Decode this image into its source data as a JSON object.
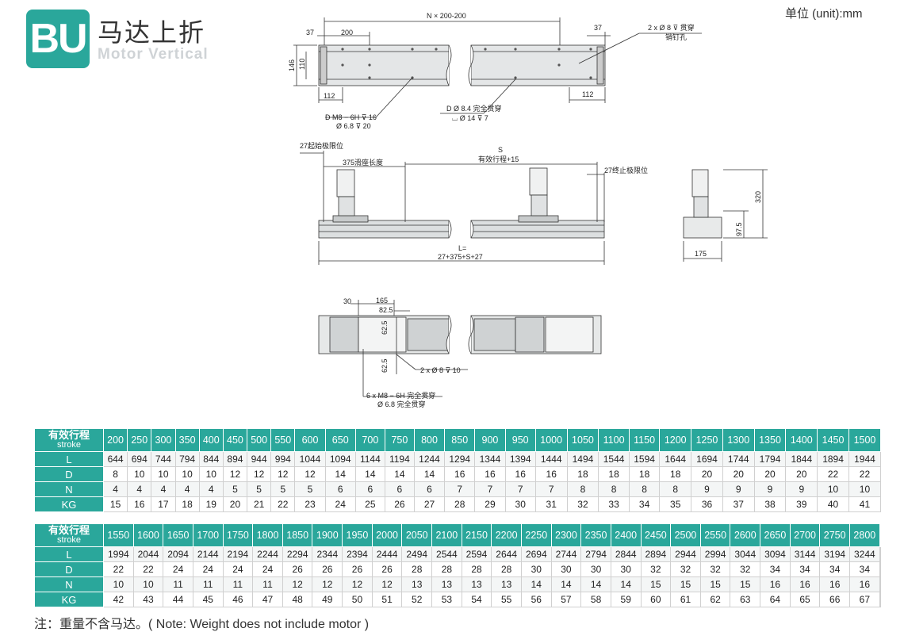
{
  "brand": {
    "logo": "BU",
    "title": "马达上折",
    "subtitle": "Motor Vertical"
  },
  "unit": "单位 (unit):mm",
  "drawing_top": {
    "n_pitch": "N × 200-200",
    "d37_left": "37",
    "d200": "200",
    "d37_right": "37",
    "hole_top": "2 x Ø 8 ⊽ 贯穿",
    "hole_top_sub": "销钉孔",
    "h146": "146",
    "h110": "110",
    "d112_left": "112",
    "d112_right": "112",
    "thread": "D M8 − 6H ⊽ 16",
    "thread_sub": "Ø 6.8 ⊽ 20",
    "cbore": "D Ø 8.4 完全贯穿",
    "cbore_sub": "⌴ Ø 14 ⊽ 7"
  },
  "drawing_side": {
    "start_limit": "27起始极限位",
    "slider_len": "375滑座长度",
    "s": "S",
    "effective": "有效行程+15",
    "end_limit": "27终止极限位",
    "l_eq": "L=",
    "l_formula": "27+375+S+27",
    "h320": "320",
    "h97_5": "97.5",
    "w175": "175"
  },
  "drawing_bottom": {
    "d30": "30",
    "d165": "165",
    "d82_5": "82.5",
    "d62_5_a": "62.5",
    "d62_5_b": "62.5",
    "hole_a": "2 x Ø 8 ⊽ 10",
    "hole_b": "6 x  M8 − 6H 完全贯穿",
    "hole_b_sub": "Ø 6.8 完全贯穿"
  },
  "table1": {
    "header_cn": "有效行程",
    "header_en": "stroke",
    "strokes": [
      "200",
      "250",
      "300",
      "350",
      "400",
      "450",
      "500",
      "550",
      "600",
      "650",
      "700",
      "750",
      "800",
      "850",
      "900",
      "950",
      "1000",
      "1050",
      "1100",
      "1150",
      "1200",
      "1250",
      "1300",
      "1350",
      "1400",
      "1450",
      "1500"
    ],
    "rows": [
      {
        "label": "L",
        "values": [
          "644",
          "694",
          "744",
          "794",
          "844",
          "894",
          "944",
          "994",
          "1044",
          "1094",
          "1144",
          "1194",
          "1244",
          "1294",
          "1344",
          "1394",
          "1444",
          "1494",
          "1544",
          "1594",
          "1644",
          "1694",
          "1744",
          "1794",
          "1844",
          "1894",
          "1944"
        ]
      },
      {
        "label": "D",
        "values": [
          "8",
          "10",
          "10",
          "10",
          "10",
          "12",
          "12",
          "12",
          "12",
          "14",
          "14",
          "14",
          "14",
          "16",
          "16",
          "16",
          "16",
          "18",
          "18",
          "18",
          "18",
          "20",
          "20",
          "20",
          "20",
          "22",
          "22"
        ]
      },
      {
        "label": "N",
        "values": [
          "4",
          "4",
          "4",
          "4",
          "4",
          "5",
          "5",
          "5",
          "5",
          "6",
          "6",
          "6",
          "6",
          "7",
          "7",
          "7",
          "7",
          "8",
          "8",
          "8",
          "8",
          "9",
          "9",
          "9",
          "9",
          "10",
          "10"
        ]
      },
      {
        "label": "KG",
        "values": [
          "15",
          "16",
          "17",
          "18",
          "19",
          "20",
          "21",
          "22",
          "23",
          "24",
          "25",
          "26",
          "27",
          "28",
          "29",
          "30",
          "31",
          "32",
          "33",
          "34",
          "35",
          "36",
          "37",
          "38",
          "39",
          "40",
          "41"
        ]
      }
    ]
  },
  "table2": {
    "header_cn": "有效行程",
    "header_en": "stroke",
    "strokes": [
      "1550",
      "1600",
      "1650",
      "1700",
      "1750",
      "1800",
      "1850",
      "1900",
      "1950",
      "2000",
      "2050",
      "2100",
      "2150",
      "2200",
      "2250",
      "2300",
      "2350",
      "2400",
      "2450",
      "2500",
      "2550",
      "2600",
      "2650",
      "2700",
      "2750",
      "2800",
      ""
    ],
    "rows": [
      {
        "label": "L",
        "values": [
          "1994",
          "2044",
          "2094",
          "2144",
          "2194",
          "2244",
          "2294",
          "2344",
          "2394",
          "2444",
          "2494",
          "2544",
          "2594",
          "2644",
          "2694",
          "2744",
          "2794",
          "2844",
          "2894",
          "2944",
          "2994",
          "3044",
          "3094",
          "3144",
          "3194",
          "3244",
          ""
        ]
      },
      {
        "label": "D",
        "values": [
          "22",
          "22",
          "24",
          "24",
          "24",
          "24",
          "26",
          "26",
          "26",
          "26",
          "28",
          "28",
          "28",
          "28",
          "30",
          "30",
          "30",
          "30",
          "32",
          "32",
          "32",
          "32",
          "34",
          "34",
          "34",
          "34",
          ""
        ]
      },
      {
        "label": "N",
        "values": [
          "10",
          "10",
          "11",
          "11",
          "11",
          "11",
          "12",
          "12",
          "12",
          "12",
          "13",
          "13",
          "13",
          "13",
          "14",
          "14",
          "14",
          "14",
          "15",
          "15",
          "15",
          "15",
          "16",
          "16",
          "16",
          "16",
          ""
        ]
      },
      {
        "label": "KG",
        "values": [
          "42",
          "43",
          "44",
          "45",
          "46",
          "47",
          "48",
          "49",
          "50",
          "51",
          "52",
          "53",
          "54",
          "55",
          "56",
          "57",
          "58",
          "59",
          "60",
          "61",
          "62",
          "63",
          "64",
          "65",
          "66",
          "67",
          ""
        ]
      }
    ]
  },
  "note": "注：重量不含马达。( Note: Weight does not include motor )"
}
